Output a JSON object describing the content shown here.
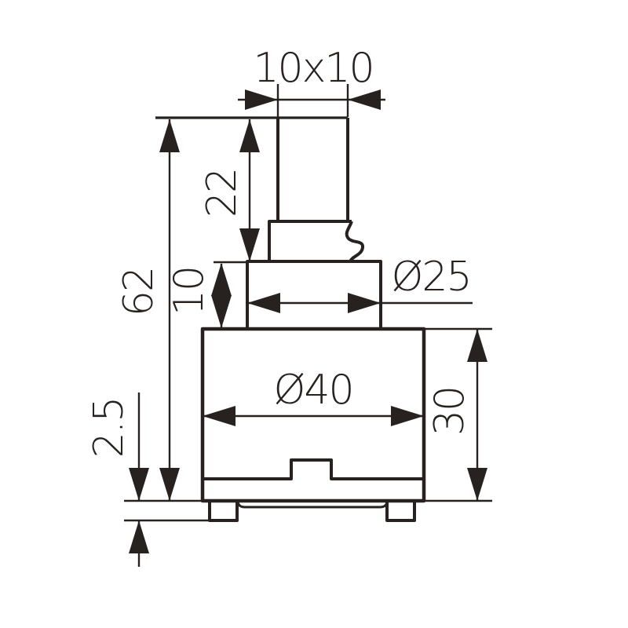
{
  "drawing": {
    "line_color": "#272120",
    "background_color": "#ffffff",
    "labels": {
      "stem_section": "10x10",
      "stem_height": "22",
      "overall_height": "62",
      "neck_height": "10",
      "neck_diameter": "Ø25",
      "body_diameter": "Ø40",
      "body_height": "30",
      "foot_height": "2.5"
    }
  }
}
